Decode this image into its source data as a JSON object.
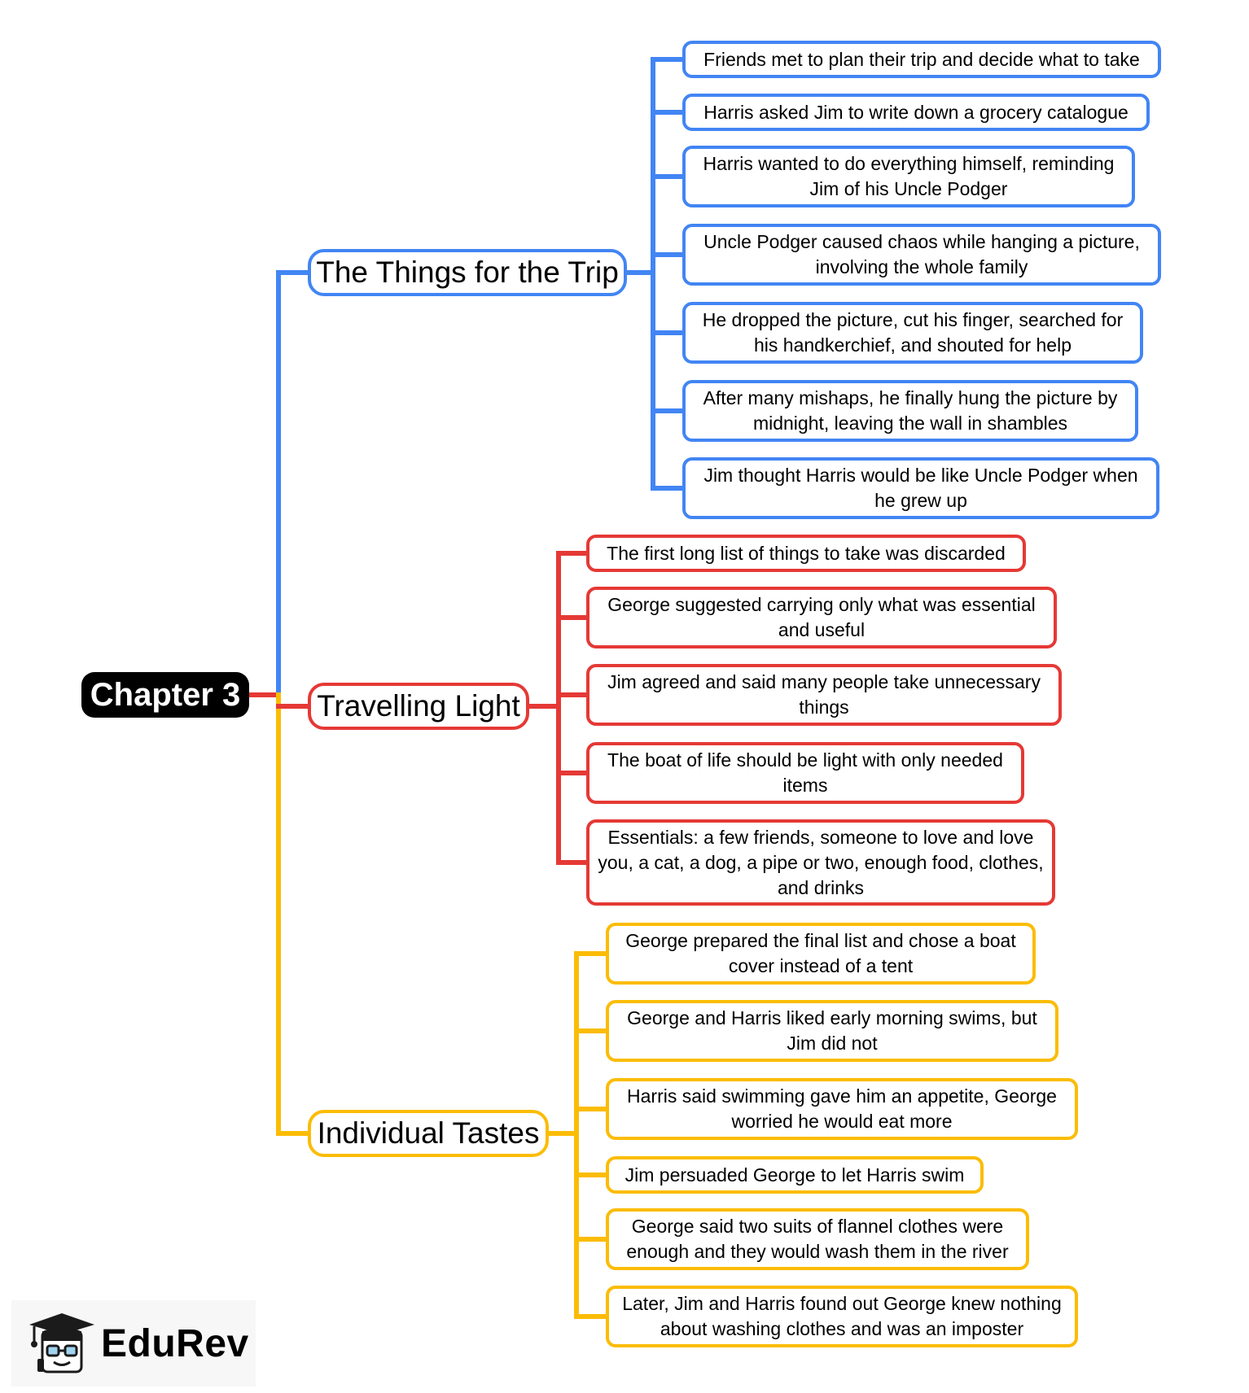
{
  "colors": {
    "blue": "#4285f4",
    "red": "#e53935",
    "yellow": "#fbbc04",
    "root_bg": "#000000"
  },
  "root": {
    "label": "Chapter 3"
  },
  "branches": [
    {
      "label": "The Things for the Trip",
      "color": "#4285f4",
      "items": [
        "Friends met to plan their trip and decide what to take",
        "Harris asked Jim to write down a grocery catalogue",
        "Harris wanted to do everything himself, reminding Jim of his Uncle Podger",
        "Uncle Podger caused chaos while hanging a picture, involving the whole family",
        "He dropped the picture, cut his finger, searched for his handkerchief, and shouted for help",
        "After many mishaps, he finally hung the picture by midnight, leaving the wall in shambles",
        "Jim thought Harris would be like Uncle Podger when he grew up"
      ]
    },
    {
      "label": "Travelling Light",
      "color": "#e53935",
      "items": [
        "The first long list of things to take was discarded",
        "George suggested carrying only what was essential and useful",
        "Jim agreed and said many people take unnecessary things",
        "The boat of life should be light with only needed items",
        "Essentials: a few friends, someone to love and love you, a cat, a dog, a pipe or two, enough food, clothes, and drinks"
      ]
    },
    {
      "label": "Individual Tastes",
      "color": "#fbbc04",
      "items": [
        "George prepared the final list and chose a boat cover instead of a tent",
        "George and Harris liked early morning swims, but Jim did not",
        "Harris said swimming gave him an appetite, George worried he would eat more",
        "Jim persuaded George to let Harris swim",
        "George said two suits of flannel clothes were enough and they would wash them in the river",
        "Later, Jim and Harris found out George knew nothing about washing clothes and was an imposter"
      ]
    }
  ],
  "logo": {
    "text": "EduRev",
    "icon": "graduate-cap-icon"
  }
}
